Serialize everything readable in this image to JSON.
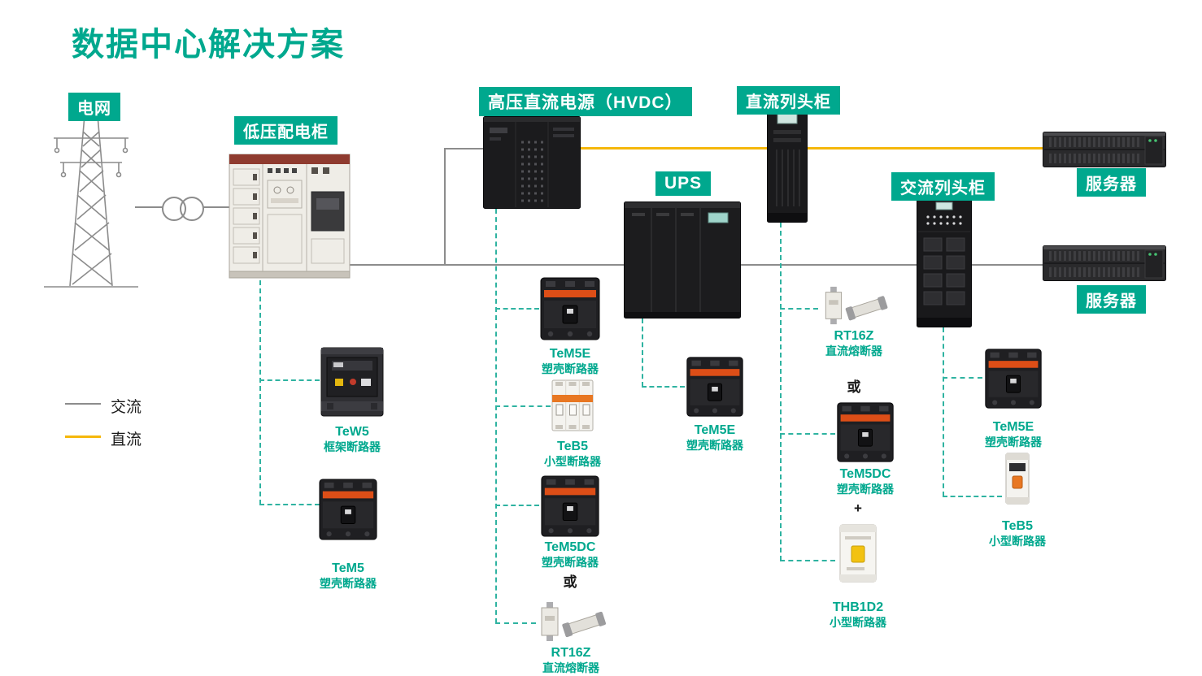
{
  "title": "数据中心解决方案",
  "legend": {
    "ac": "交流",
    "dc": "直流"
  },
  "nodes": {
    "grid": "电网",
    "lv_cabinet": "低压配电柜",
    "hvdc": "高压直流电源（HVDC）",
    "dc_row": "直流列头柜",
    "ups": "UPS",
    "ac_row": "交流列头柜",
    "server_top": "服务器",
    "server_bottom": "服务器"
  },
  "products": {
    "tew5": {
      "name": "TeW5",
      "type": "框架断路器"
    },
    "tem5": {
      "name": "TeM5",
      "type": "塑壳断路器"
    },
    "tem5e_hvdc": {
      "name": "TeM5E",
      "type": "塑壳断路器"
    },
    "teb5_hvdc": {
      "name": "TeB5",
      "type": "小型断路器"
    },
    "tem5dc_hvdc": {
      "name": "TeM5DC",
      "type": "塑壳断路器"
    },
    "rt16z_hvdc": {
      "name": "RT16Z",
      "type": "直流熔断器"
    },
    "tem5e_ups": {
      "name": "TeM5E",
      "type": "塑壳断路器"
    },
    "rt16z_dc": {
      "name": "RT16Z",
      "type": "直流熔断器"
    },
    "tem5dc_dc": {
      "name": "TeM5DC",
      "type": "塑壳断路器"
    },
    "thb1d2": {
      "name": "THB1D2",
      "type": "小型断路器"
    },
    "tem5e_ac": {
      "name": "TeM5E",
      "type": "塑壳断路器"
    },
    "teb5_ac": {
      "name": "TeB5",
      "type": "小型断路器"
    }
  },
  "connectors": {
    "or_hvdc": "或",
    "or_dc": "或",
    "plus_dc": "+"
  },
  "colors": {
    "teal": "#00A88E",
    "yellow": "#F5B70A",
    "gray": "#8C8C8C"
  }
}
